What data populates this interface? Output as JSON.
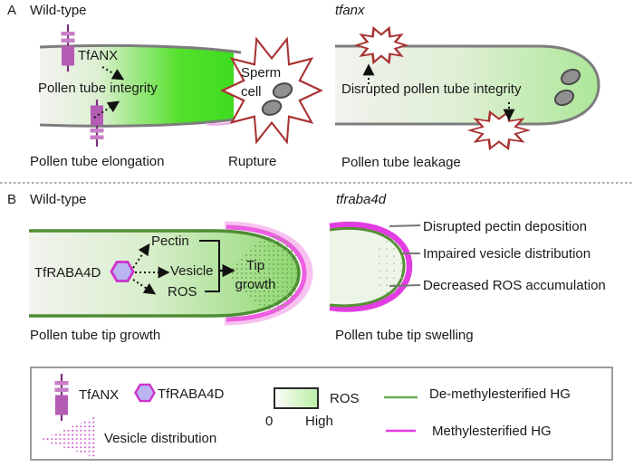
{
  "figure": {
    "colors": {
      "bright_green": "#3edc20",
      "pale_green": "#ace798",
      "tube_gray": "#7d7d7d",
      "pectin_green_border": "#4e8c33",
      "methyl_magenta": "#e23de2",
      "protein_purple": "#b45cb4",
      "burst_red": "#a83232"
    },
    "panelA": {
      "label": "A",
      "left": {
        "title": "Wild-type",
        "protein_label": "TfANX",
        "tube_text": "Pollen tube integrity",
        "burst_text": "Sperm\ncell",
        "caption_left": "Pollen tube elongation",
        "caption_right": "Rupture"
      },
      "right": {
        "title": "tfanx",
        "tube_text": "Disrupted pollen tube integrity",
        "caption": "Pollen tube leakage"
      }
    },
    "panelB": {
      "label": "B",
      "left": {
        "title": "Wild-type",
        "protein_label": "TfRABA4D",
        "targets": [
          "Pectin",
          "Vesicle",
          "ROS"
        ],
        "outcome": "Tip\ngrowth",
        "caption": "Pollen tube tip growth"
      },
      "right": {
        "title": "tfraba4d",
        "callouts": [
          "Disrupted pectin deposition",
          "Impaired vesicle distribution",
          "Decreased ROS accumulation"
        ],
        "caption": "Pollen tube tip swelling"
      }
    },
    "legend": {
      "tfanx_label": "TfANX",
      "tfraba4d_label": "TfRABA4D",
      "vesicle_label": "Vesicle distribution",
      "ros_label": "ROS",
      "ros_scale_min": "0",
      "ros_scale_max": "High",
      "de_methyl_label": "De-methylesterified HG",
      "methyl_label": "Methylesterified HG"
    }
  }
}
